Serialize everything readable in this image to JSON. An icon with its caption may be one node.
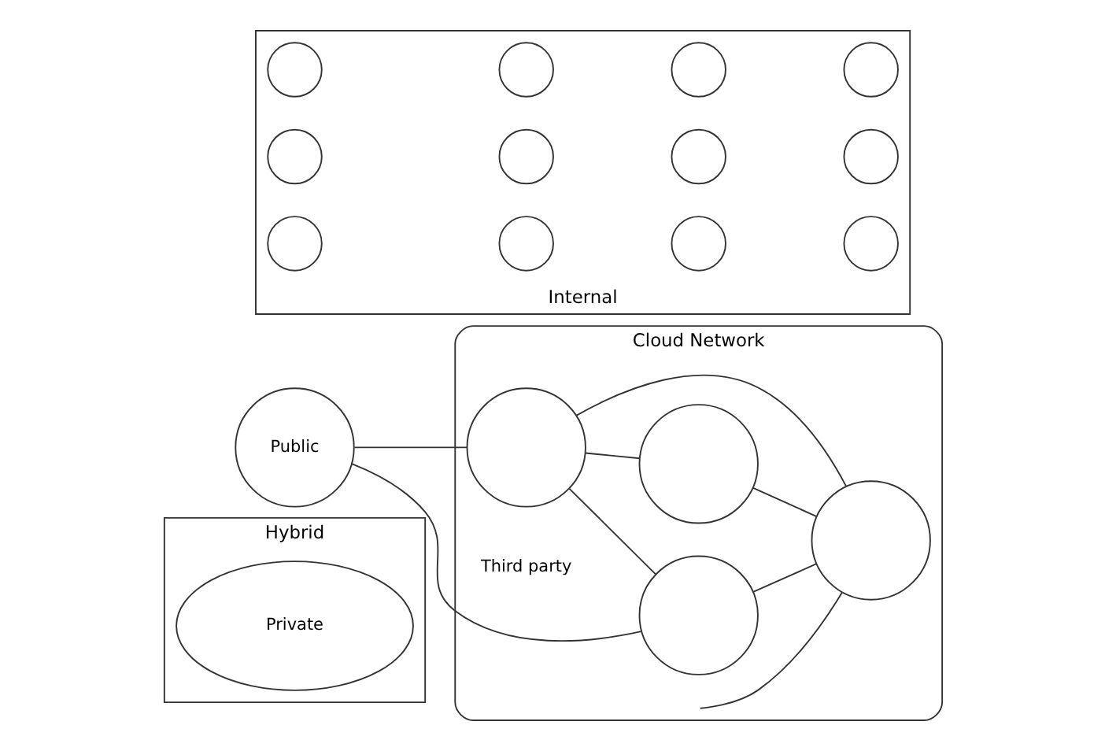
{
  "diagram": {
    "nodes": [
      {
        "text": [
          "Hybrid"
        ]
      },
      {
        "text": [
          "Private"
        ],
        "in": 0
      },
      {
        "text": [
          "Cloud Network"
        ],
        "beside": [
          "Third party"
        ]
      },
      {
        "text": [
          "Public"
        ]
      },
      {
        "text": [],
        "shape": "circle",
        "in": 2
      },
      {
        "text": [],
        "shape": "circle",
        "in": 2
      },
      {
        "text": [],
        "shape": "circle",
        "in": 2
      },
      {
        "text": [],
        "shape": "circle",
        "in": 2
      },
      {
        "text": [
          "Internal"
        ]
      },
      {
        "text": [],
        "shape": "circle",
        "in": 8
      },
      {
        "text": [],
        "shape": "circle",
        "in": 8
      },
      {
        "text": [],
        "shape": "circle",
        "in": 8
      },
      {
        "text": [],
        "shape": "circle",
        "in": 8
      },
      {
        "text": [],
        "shape": "circle",
        "in": 8
      },
      {
        "text": [],
        "shape": "circle",
        "in": 8
      },
      {
        "text": [],
        "shape": "circle",
        "in": 8
      },
      {
        "text": [],
        "shape": "circle",
        "in": 8
      },
      {
        "text": [],
        "shape": "circle",
        "in": 8
      },
      {
        "text": [],
        "shape": "circle",
        "in": 8
      },
      {
        "text": [],
        "shape": "circle",
        "in": 8
      },
      {
        "text": [],
        "shape": "circle",
        "in": 8
      }
    ],
    "edges": [
      {
        "from": 3,
        "to": 4,
        "arrow": "none"
      },
      {
        "from": 3,
        "to": 6,
        "arrow": "none"
      },
      {
        "from": 4,
        "to": 6,
        "arrow": "none"
      },
      {
        "from": 4,
        "to": 7,
        "arrow": "none"
      },
      {
        "from": 4,
        "to": 5,
        "arrow": "none"
      },
      {
        "from": 5,
        "to": 7,
        "arrow": "none"
      },
      {
        "from": 6,
        "to": 7,
        "arrow": "none"
      },
      {
        "from": null,
        "to": 7,
        "arrow": "none"
      }
    ]
  }
}
